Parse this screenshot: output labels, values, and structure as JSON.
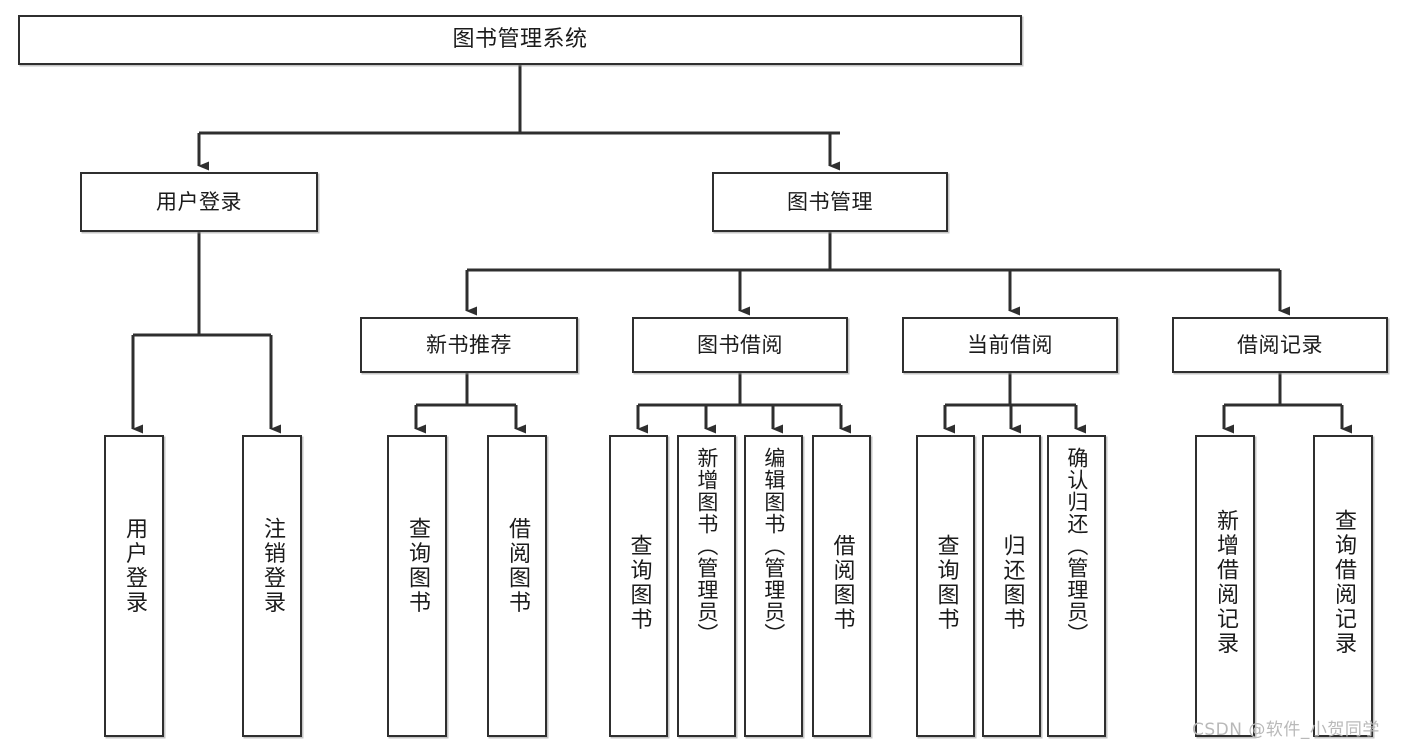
{
  "diagram": {
    "type": "tree-hierarchy",
    "title": "图书管理系统",
    "background_color": "#ffffff",
    "line_color": "#2f2f2f",
    "text_color": "#1b1b1b",
    "watermark": "CSDN @软件_小贺同学",
    "nodes": {
      "root": {
        "label": "图书管理系统",
        "orientation": "horizontal"
      },
      "l2": [
        {
          "label": "用户登录",
          "orientation": "horizontal"
        },
        {
          "label": "图书管理",
          "orientation": "horizontal"
        }
      ],
      "l3": [
        {
          "label": "新书推荐",
          "orientation": "horizontal"
        },
        {
          "label": "图书借阅",
          "orientation": "horizontal"
        },
        {
          "label": "当前借阅",
          "orientation": "horizontal"
        },
        {
          "label": "借阅记录",
          "orientation": "horizontal"
        }
      ],
      "leaves_user_login": [
        {
          "label": "用户登录",
          "orientation": "vertical"
        },
        {
          "label": "注销登录",
          "orientation": "vertical"
        }
      ],
      "leaves_new_book": [
        {
          "label": "查询图书",
          "orientation": "vertical"
        },
        {
          "label": "借阅图书",
          "orientation": "vertical"
        }
      ],
      "leaves_borrow": [
        {
          "label": "查询图书",
          "orientation": "vertical"
        },
        {
          "label": "新增图书（管理员）",
          "orientation": "vertical"
        },
        {
          "label": "编辑图书（管理员）",
          "orientation": "vertical"
        },
        {
          "label": "借阅图书",
          "orientation": "vertical"
        }
      ],
      "leaves_current": [
        {
          "label": "查询图书",
          "orientation": "vertical"
        },
        {
          "label": "归还图书",
          "orientation": "vertical"
        },
        {
          "label": "确认归还（管理员）",
          "orientation": "vertical"
        }
      ],
      "leaves_record": [
        {
          "label": "新增借阅记录",
          "orientation": "vertical"
        },
        {
          "label": "查询借阅记录",
          "orientation": "vertical"
        }
      ]
    }
  }
}
